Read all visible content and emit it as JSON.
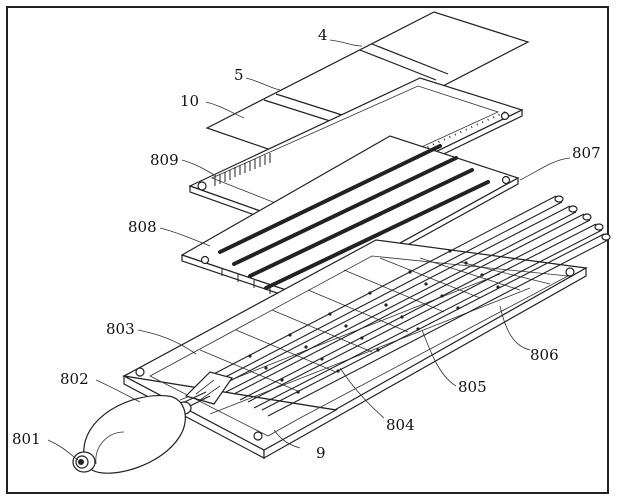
{
  "figure": {
    "labels": {
      "l4": "4",
      "l5": "5",
      "l10": "10",
      "l809": "809",
      "l807": "807",
      "l808": "808",
      "l803": "803",
      "l802": "802",
      "l806": "806",
      "l805": "805",
      "l804": "804",
      "l801": "801",
      "l9": "9"
    }
  }
}
